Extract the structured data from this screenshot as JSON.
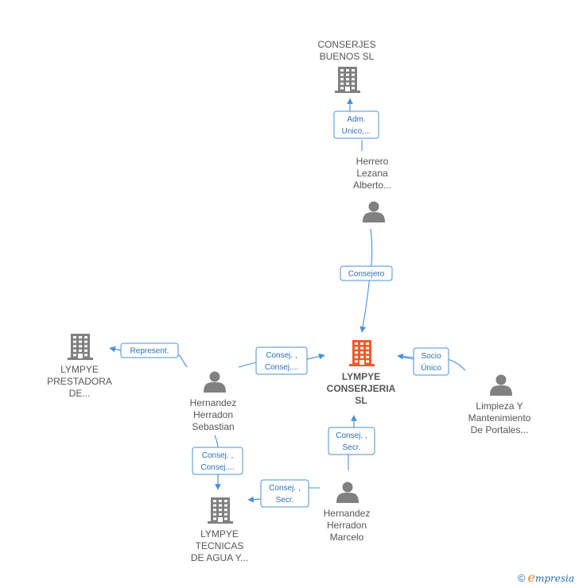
{
  "nodes": {
    "conserjes": {
      "type": "company",
      "lines": [
        "CONSERJES",
        "BUENOS  SL"
      ],
      "color": "#808080"
    },
    "herrero": {
      "type": "person",
      "lines": [
        "Herrero",
        "Lezana",
        "Alberto..."
      ],
      "color": "#808080"
    },
    "lympye_main": {
      "type": "company",
      "lines": [
        "LYMPYE",
        "CONSERJERIA",
        "SL"
      ],
      "color": "#f05a28"
    },
    "limpieza": {
      "type": "person",
      "lines": [
        "Limpieza Y",
        "Mantenimiento",
        "De Portales..."
      ],
      "color": "#808080"
    },
    "lympye_prestadora": {
      "type": "company",
      "lines": [
        "LYMPYE",
        "PRESTADORA",
        "DE..."
      ],
      "color": "#808080"
    },
    "hernandez_sebastian": {
      "type": "person",
      "lines": [
        "Hernandez",
        "Herradon",
        "Sebastian"
      ],
      "color": "#808080"
    },
    "lympye_tecnicas": {
      "type": "company",
      "lines": [
        "LYMPYE",
        "TECNICAS",
        "DE AGUA Y..."
      ],
      "color": "#808080"
    },
    "hernandez_marcelo": {
      "type": "person",
      "lines": [
        "Hernandez",
        "Herradon",
        "Marcelo"
      ],
      "color": "#808080"
    }
  },
  "edges": [
    {
      "from": "herrero",
      "to": "conserjes",
      "label": [
        "Adm.",
        "Unico,..."
      ]
    },
    {
      "from": "herrero",
      "to": "lympye_main",
      "label": [
        "Consejero"
      ]
    },
    {
      "from": "limpieza",
      "to": "lympye_main",
      "label": [
        "Socio",
        "Único"
      ]
    },
    {
      "from": "hernandez_sebastian",
      "to": "lympye_main",
      "label": [
        "Consej. ,",
        "Consej...."
      ]
    },
    {
      "from": "hernandez_sebastian",
      "to": "lympye_prestadora",
      "label": [
        "Represent."
      ]
    },
    {
      "from": "hernandez_sebastian",
      "to": "lympye_tecnicas",
      "label": [
        "Consej. ,",
        "Consej...."
      ]
    },
    {
      "from": "hernandez_marcelo",
      "to": "lympye_main",
      "label": [
        "Consej. ,",
        "Secr."
      ]
    },
    {
      "from": "hernandez_marcelo",
      "to": "lympye_tecnicas",
      "label": [
        "Consej. ,",
        "Secr."
      ]
    }
  ],
  "footer": {
    "copyright": "©",
    "brand_initial": "e",
    "brand_rest": "mpresia"
  },
  "colors": {
    "edge": "#4a90d9",
    "main_company": "#f05a28",
    "node": "#808080"
  },
  "icons": {
    "company": "building-icon",
    "person": "person-icon"
  }
}
